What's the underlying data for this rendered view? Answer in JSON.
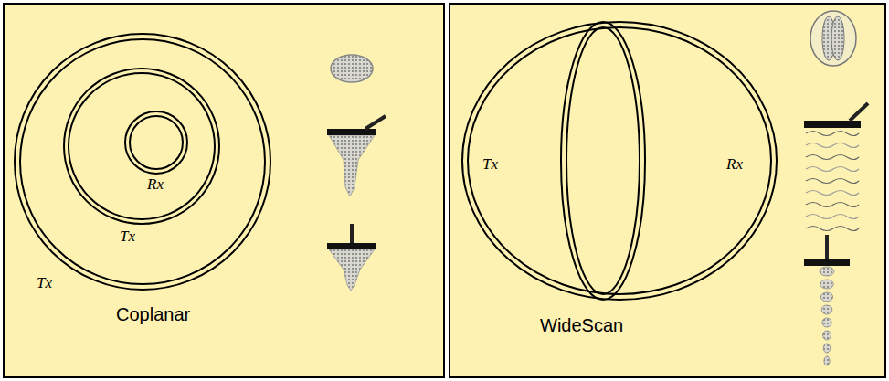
{
  "diagram": {
    "nodes": [
      {
        "text": [
          "Coplanar"
        ]
      },
      {
        "text": [
          "WideScan"
        ]
      }
    ],
    "labels": [
      "Rx",
      "Tx",
      "Tx",
      "Tx",
      "Rx"
    ]
  }
}
